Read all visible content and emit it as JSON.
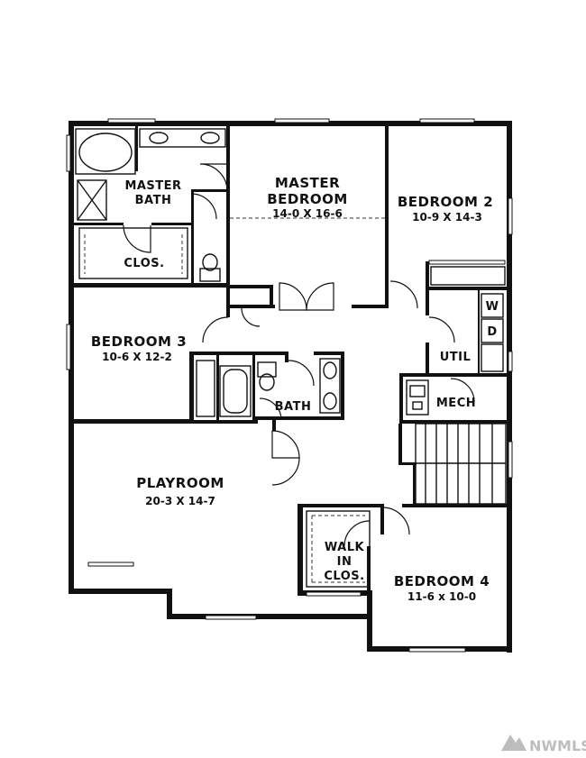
{
  "rooms": {
    "master_bath": [
      "MASTER",
      "BATH"
    ],
    "master_bath_closet": "CLOS.",
    "master_bedroom": {
      "name": [
        "MASTER",
        "BEDROOM"
      ],
      "size": "14-0 X 16-6"
    },
    "bedroom2": {
      "name": "BEDROOM 2",
      "size": "10-9 X 14-3"
    },
    "bedroom3": {
      "name": "BEDROOM 3",
      "size": "10-6 X 12-2"
    },
    "bath": "BATH",
    "util": "UTIL",
    "washer": "W",
    "dryer": "D",
    "mech": "MECH",
    "playroom": {
      "name": "PLAYROOM",
      "size": "20-3 X 14-7"
    },
    "walk_in_closet": [
      "WALK",
      "IN",
      "CLOS."
    ],
    "bedroom4": {
      "name": "BEDROOM 4",
      "size": "11-6 x 10-0"
    }
  },
  "watermark": "NWMLS",
  "colors": {
    "ink": "#111111",
    "watermark": "#bdbdbd"
  }
}
